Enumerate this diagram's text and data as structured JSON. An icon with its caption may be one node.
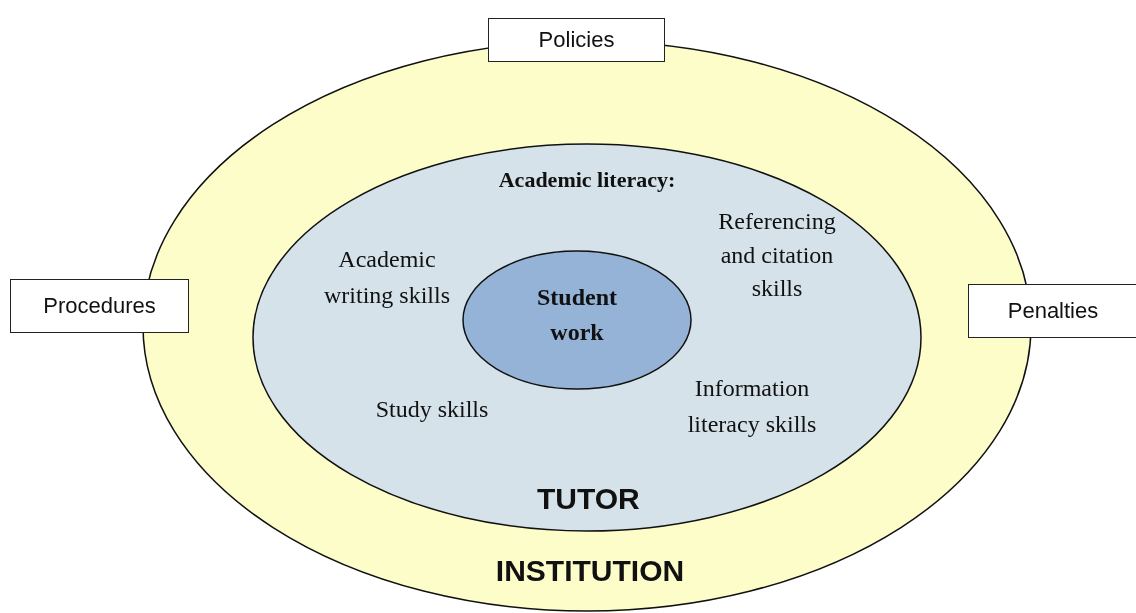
{
  "diagram": {
    "nodes": [
      {
        "text": [
          "INSTITUTION"
        ]
      },
      {
        "text": [
          "Academic literacy:",
          "Academic writing skills",
          "Referencing and citation skills",
          "Study skills",
          "Information literacy skills",
          "TUTOR"
        ],
        "in": 0
      },
      {
        "text": [
          "Student work"
        ],
        "in": 1
      },
      {
        "text": [
          "Policies"
        ]
      },
      {
        "text": [
          "Procedures"
        ]
      },
      {
        "text": [
          "Penalties"
        ]
      }
    ]
  }
}
